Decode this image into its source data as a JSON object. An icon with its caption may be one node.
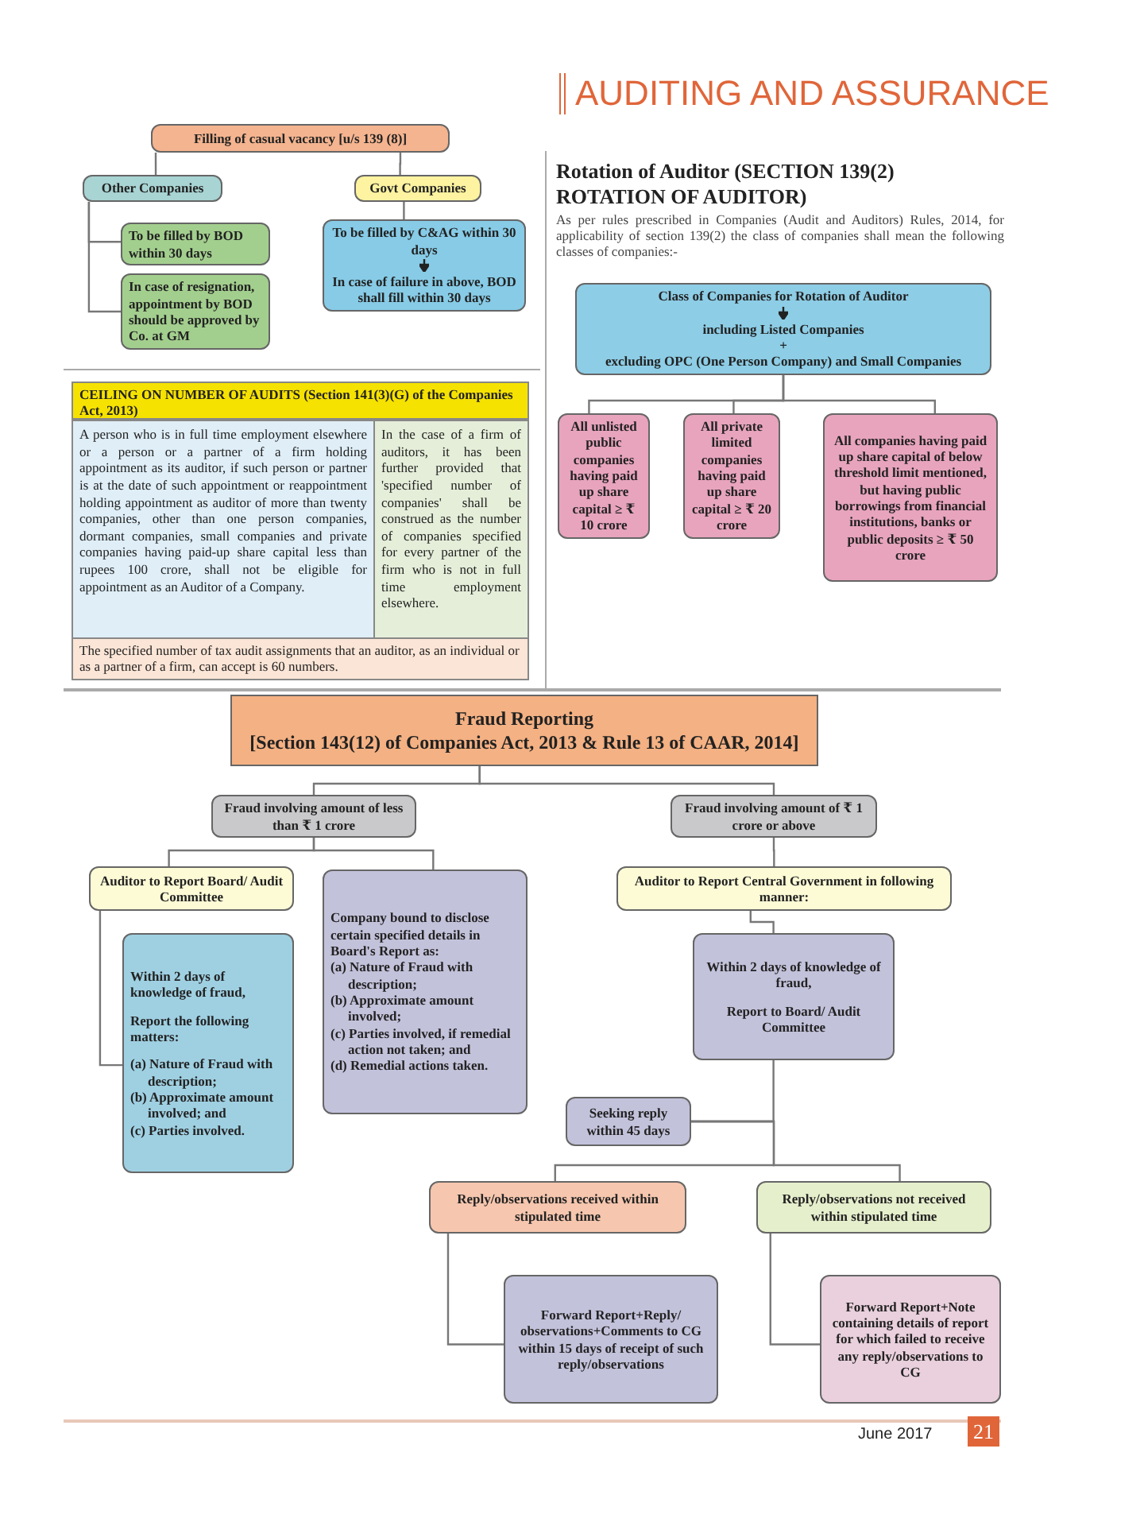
{
  "diagram": {
    "title": "AUDITING AND ASSURANCE",
    "nodes": [
      {
        "text": [
          "Filling of casual vacancy [u/s 139 (8)]"
        ]
      },
      {
        "text": [
          "Other Companies"
        ]
      },
      {
        "text": [
          "Govt Companies"
        ]
      },
      {
        "text": [
          "To be filled by BOD within 30 days"
        ]
      },
      {
        "text": [
          "In case of resignation, appointment by BOD should be approved by Co. at GM"
        ]
      },
      {
        "text": [
          "To be filled by C&AG within 30 days",
          "In case of failure in above, BOD shall fill within 30 days"
        ]
      },
      {
        "text": [
          "Class of Companies for Rotation of Auditor",
          "including Listed Companies",
          "+",
          "excluding OPC (One Person Company) and Small Companies"
        ]
      },
      {
        "text": [
          "All unlisted public companies having paid up share capital ≥ ₹ 10 crore"
        ]
      },
      {
        "text": [
          "All private limited companies having paid up share capital ≥ ₹ 20 crore"
        ]
      },
      {
        "text": [
          "All companies having paid up share capital of below threshold limit mentioned, but having public borrowings from financial institutions, banks or public deposits ≥ ₹ 50 crore"
        ]
      },
      {
        "text": [
          "Fraud Reporting",
          "[Section 143(12) of Companies Act, 2013 & Rule 13 of CAAR, 2014]"
        ]
      },
      {
        "text": [
          "Fraud involving amount of less than ₹ 1 crore"
        ]
      },
      {
        "text": [
          "Fraud involving amount of ₹ 1 crore or above"
        ]
      },
      {
        "text": [
          "Auditor to Report Board/ Audit Committee"
        ]
      },
      {
        "text": [
          "Company bound to disclose certain specified details in Board's Report as:",
          "(a) Nature of Fraud with description;",
          "(b) Approximate amount involved;",
          "(c) Parties involved, if remedial action not taken; and",
          "(d) Remedial actions taken."
        ]
      },
      {
        "text": [
          "Within 2 days of knowledge of fraud,",
          "Report the following matters:",
          "(a) Nature of Fraud with description;",
          "(b) Approximate amount involved; and",
          "(c) Parties involved."
        ]
      },
      {
        "text": [
          "Auditor to Report Central Government in following manner:"
        ]
      },
      {
        "text": [
          "Within 2 days of knowledge of fraud,",
          "Report to Board/ Audit Committee"
        ]
      },
      {
        "text": [
          "Seeking reply within 45 days"
        ]
      },
      {
        "text": [
          "Reply/observations received within stipulated time"
        ]
      },
      {
        "text": [
          "Reply/observations not received within stipulated time"
        ]
      },
      {
        "text": [
          "Forward Report+Reply/ observations+Comments to CG within 15 days of receipt of such reply/observations"
        ]
      },
      {
        "text": [
          "Forward Report+Note containing details of report for which failed to receive any reply/observations to CG"
        ]
      }
    ],
    "edges": [
      {
        "from": 0,
        "to": 1,
        "arrow": "none"
      },
      {
        "from": 0,
        "to": 2,
        "arrow": "none"
      },
      {
        "from": 1,
        "to": 3,
        "arrow": "none"
      },
      {
        "from": 1,
        "to": 4,
        "arrow": "none"
      },
      {
        "from": 2,
        "to": 5,
        "arrow": "none"
      },
      {
        "from": 6,
        "to": 7,
        "arrow": "none"
      },
      {
        "from": 6,
        "to": 8,
        "arrow": "none"
      },
      {
        "from": 6,
        "to": 9,
        "arrow": "none"
      },
      {
        "from": 10,
        "to": 11,
        "arrow": "none"
      },
      {
        "from": 10,
        "to": 12,
        "arrow": "none"
      },
      {
        "from": 11,
        "to": 13,
        "arrow": "none"
      },
      {
        "from": 11,
        "to": 14,
        "arrow": "none"
      },
      {
        "from": 13,
        "to": 15,
        "arrow": "none"
      },
      {
        "from": 12,
        "to": 16,
        "arrow": "none"
      },
      {
        "from": 16,
        "to": 17,
        "arrow": "none"
      },
      {
        "from": 17,
        "to": 18,
        "arrow": "none"
      },
      {
        "from": 18,
        "to": 19,
        "arrow": "none"
      },
      {
        "from": 18,
        "to": 20,
        "arrow": "none"
      },
      {
        "from": 19,
        "to": 21,
        "arrow": "none"
      },
      {
        "from": 20,
        "to": 22,
        "arrow": "none"
      }
    ],
    "labels": [
      "Rotation of Auditor (SECTION 139(2) ROTATION OF AUDITOR)",
      "As per rules prescribed in Companies (Audit and Auditors) Rules, 2014, for applicability of section 139(2) the class of companies shall mean the following classes of companies:-",
      "CEILING ON NUMBER OF AUDITS (Section 141(3)(G) of the Companies Act, 2013)",
      "A person who is in full time employment elsewhere or a person or a partner of a firm holding appointment as its auditor, if such person or partner is at the date of such appointment or reappointment holding appointment as auditor of more than twenty companies, other than one person companies, dormant companies, small companies and private companies having paid-up share capital less than rupees 100 crore, shall not be eligible for appointment as an Auditor of a Company.",
      "In the case of a firm of auditors, it has been further provided that 'specified number of companies' shall be construed as the number of companies specified for every partner of the firm who is not in full time employment elsewhere.",
      "The specified number of tax audit assignments that an auditor, as an individual or as a partner of a firm, can accept is 60 numbers.",
      "June 2017",
      "21"
    ]
  }
}
